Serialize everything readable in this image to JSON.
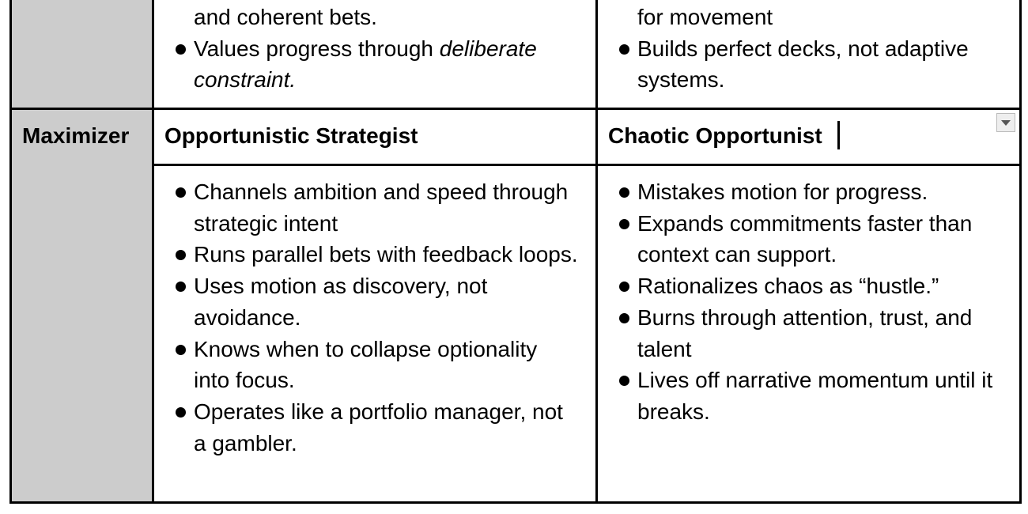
{
  "table": {
    "top_row": {
      "col2": {
        "continuation": "and coherent bets.",
        "bullets": [
          {
            "plain": "Values progress through ",
            "italic": "deliberate constraint."
          }
        ]
      },
      "col3": {
        "continuation": "for movement",
        "bullets": [
          "Builds perfect decks, not adaptive systems."
        ]
      }
    },
    "row_label": "Maximizer",
    "headers": [
      "Opportunistic Strategist",
      "Chaotic Opportunist"
    ],
    "col2_bullets": [
      "Channels ambition and speed through strategic intent",
      "Runs parallel bets with feedback loops.",
      "Uses motion as discovery, not avoidance.",
      "Knows when to collapse optionality into focus.",
      "Operates like a portfolio manager, not a gambler."
    ],
    "col3_bullets": [
      "Mistakes motion for progress.",
      "Expands commitments faster than context can support.",
      "Rationalizes chaos as “hustle.”",
      "Burns through attention, trust, and talent",
      "Lives off narrative momentum until it breaks."
    ],
    "colors": {
      "label_fill": "#cccccc",
      "border": "#000000"
    },
    "cell_menu_icon": "chevron-down-icon"
  }
}
